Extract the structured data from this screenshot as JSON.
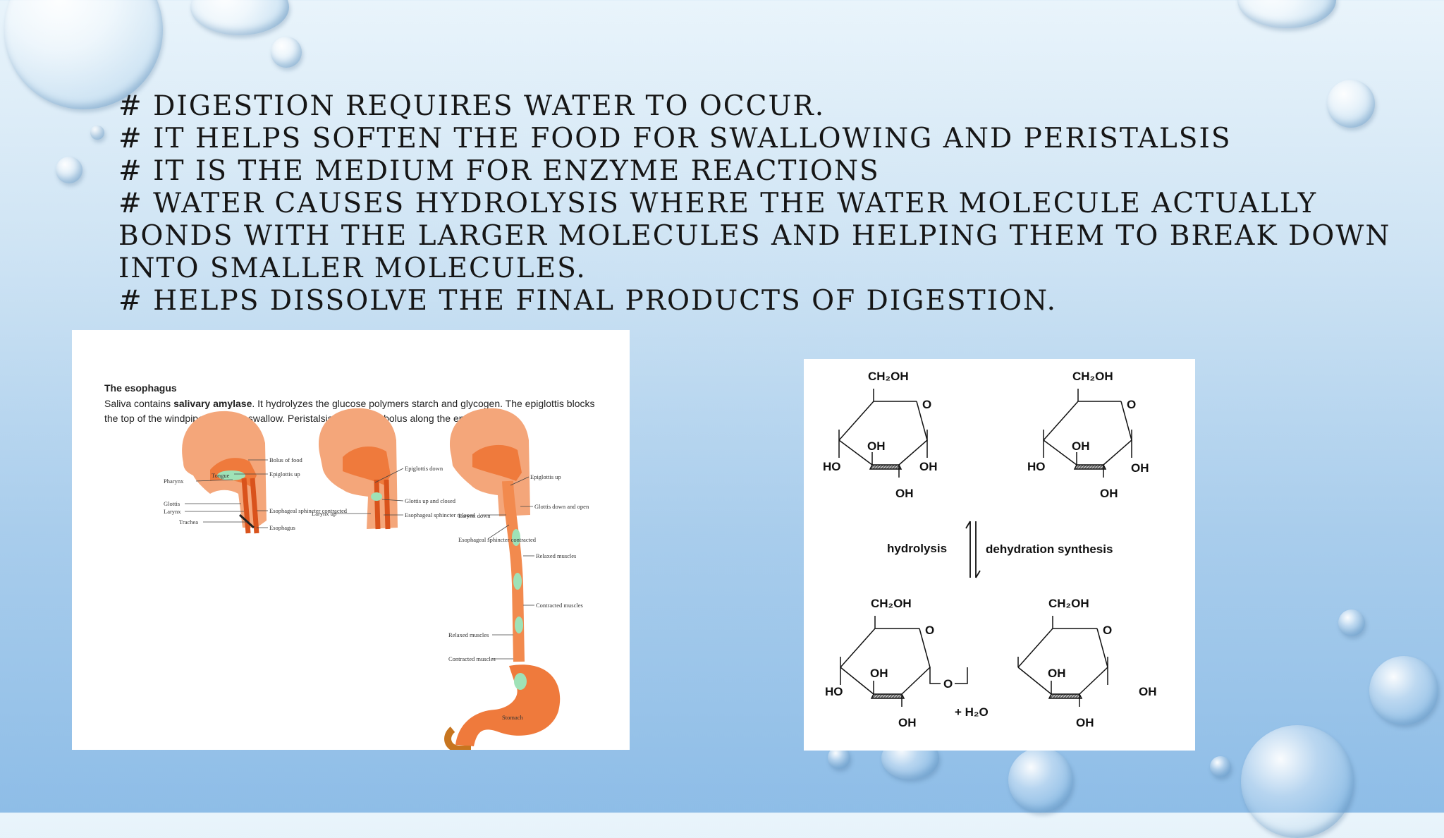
{
  "slide": {
    "bullets": [
      "# Digestion requires water to occur.",
      "# It helps soften the food for swallowing and peristalsis",
      "# It is the medium for enzyme reactions",
      "# Water causes hydrolysis where the water molecule actually bonds with the larger molecules and helping them to break down into smaller molecules.",
      "# Helps dissolve the final products of digestion."
    ]
  },
  "esophagus_figure": {
    "title": "The esophagus",
    "text_part1": "Saliva contains ",
    "text_bold": "salivary amylase",
    "text_part2": ". It hydrolyzes the glucose polymers starch and glycogen. The epiglottis blocks the top of the windpipe when we swallow. Peristalsis moves the bolus along the epiglottis.",
    "labels": {
      "bolus": "Bolus of food",
      "tongue": "Tongue",
      "pharynx": "Pharynx",
      "epiglottis_up": "Epiglottis up",
      "glottis": "Glottis",
      "larynx": "Larynx",
      "trachea": "Trachea",
      "sphincter_contracted": "Esophageal sphincter contracted",
      "esophagus": "Esophagus",
      "larynx_up": "Larynx up",
      "epiglottis_down": "Epiglottis down",
      "glottis_up_closed": "Glottis up and closed",
      "sphincter_relaxed": "Esophageal sphincter relaxed",
      "larynx_down": "Larynx down",
      "glottis_down_open": "Glottis down and open",
      "sphincter_contracted_2": "Esophageal sphincter contracted",
      "relaxed_muscles": "Relaxed muscles",
      "contracted_muscles": "Contracted muscles",
      "relaxed_muscles_2": "Relaxed muscles",
      "contracted_muscles_2": "Contracted muscles",
      "stomach": "Stomach"
    }
  },
  "chemistry_figure": {
    "ch2oh": "CH₂OH",
    "ring_o": "O",
    "oh": "OH",
    "ho": "HO",
    "hydrolysis": "hydrolysis",
    "dehydration": "dehydration synthesis",
    "bridge_o": "O",
    "plus_water": "+ H₂O"
  }
}
